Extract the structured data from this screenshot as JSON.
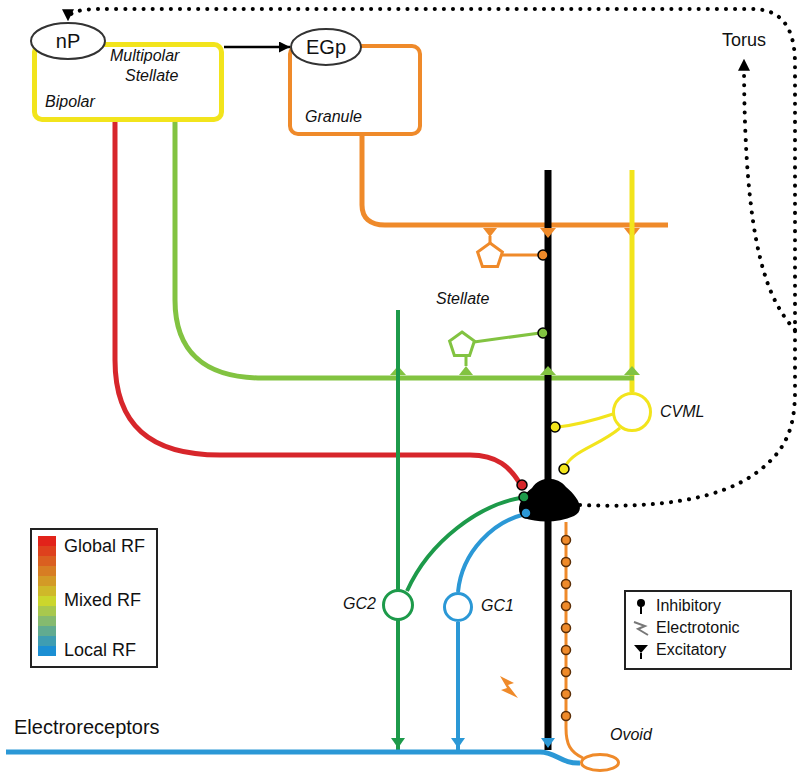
{
  "diagram": {
    "nodes": [
      {
        "text": [
          "Multipolar",
          "Stellate",
          "Bipolar"
        ]
      },
      {
        "text": [
          "nP"
        ],
        "in": 0
      },
      {
        "text": [
          "Granule"
        ]
      },
      {
        "text": [
          "EGp"
        ],
        "in": 2
      },
      {
        "text": [
          "CVML"
        ]
      },
      {
        "text": [
          "GC2"
        ]
      },
      {
        "text": [
          "GC1"
        ]
      },
      {
        "text": [
          "Ovoid"
        ]
      }
    ],
    "edges": [
      {
        "from": 0,
        "to": 3,
        "arrow": "to"
      }
    ],
    "labels": [
      "Torus",
      "Stellate",
      "Electroreceptors"
    ],
    "legend": [
      {
        "text": "Global RF",
        "color": "#e2231a"
      },
      {
        "text": "Mixed RF",
        "color": "#cbd62c"
      },
      {
        "text": "Local RF",
        "color": "#1b8fd3"
      },
      {
        "text": "Inhibitory"
      },
      {
        "text": "Electrotonic"
      },
      {
        "text": "Excitatory"
      }
    ]
  }
}
